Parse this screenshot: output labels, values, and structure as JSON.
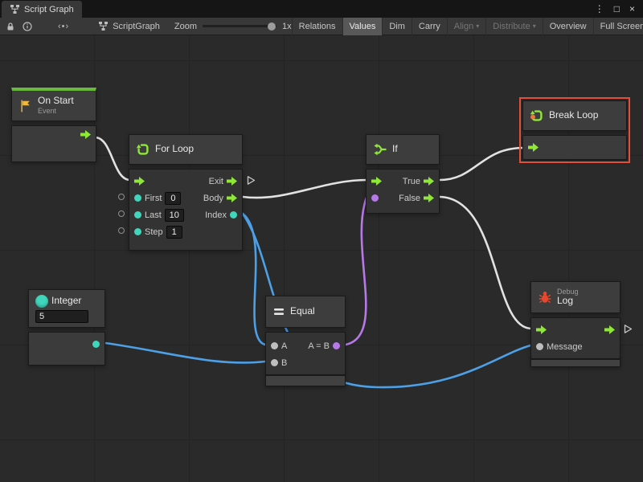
{
  "window": {
    "tab_title": "Script Graph",
    "controls": {
      "menu": "⋮",
      "maximize": "□",
      "close": "×"
    }
  },
  "toolbar": {
    "code_icon_glyph": "‹•›",
    "graph_name": "ScriptGraph",
    "zoom_label": "Zoom",
    "zoom_value": "1x",
    "dropdown_caret": "▾",
    "buttons": [
      {
        "label": "Relations",
        "state": "normal"
      },
      {
        "label": "Values",
        "state": "active"
      },
      {
        "label": "Dim",
        "state": "normal"
      },
      {
        "label": "Carry",
        "state": "normal"
      },
      {
        "label": "Align",
        "state": "disabled",
        "dropdown": true
      },
      {
        "label": "Distribute",
        "state": "disabled",
        "dropdown": true
      },
      {
        "label": "Overview",
        "state": "normal"
      },
      {
        "label": "Full Screen",
        "state": "normal"
      }
    ]
  },
  "nodes": {
    "on_start": {
      "title": "On Start",
      "subtitle": "Event"
    },
    "for_loop": {
      "title": "For Loop",
      "ports": {
        "exit": "Exit",
        "body": "Body",
        "index": "Index",
        "first": "First",
        "last": "Last",
        "step": "Step"
      },
      "values": {
        "first": "0",
        "last": "10",
        "step": "1"
      }
    },
    "if_node": {
      "title": "If",
      "ports": {
        "true": "True",
        "false": "False"
      }
    },
    "break_loop": {
      "title": "Break Loop"
    },
    "integer": {
      "title": "Integer",
      "value": "5"
    },
    "equal": {
      "title": "Equal",
      "ports": {
        "a": "A",
        "b": "B",
        "result": "A = B"
      }
    },
    "debug_log": {
      "title": "Log",
      "subtitle": "Debug",
      "ports": {
        "message": "Message"
      }
    }
  },
  "colors": {
    "flow_green": "#8FE838",
    "type_teal": "#3FD6BC",
    "wire_blue": "#4D9FE6",
    "bool_purple": "#B778E8",
    "wire_white": "#E2E2E2",
    "selection_red": "#E0503A",
    "event_green": "#69B93E",
    "bug_red": "#E8472E",
    "flag_orange": "#F3B73C"
  }
}
